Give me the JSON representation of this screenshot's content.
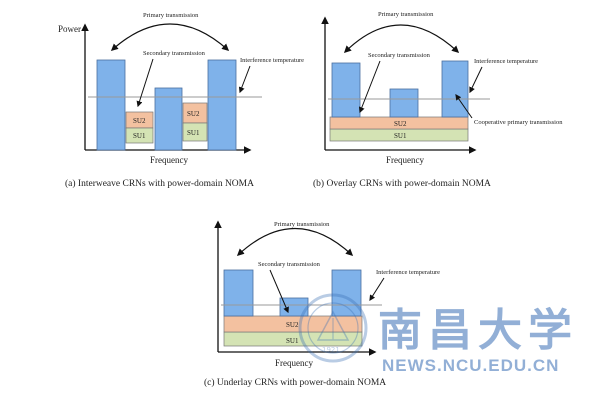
{
  "panel_a": {
    "power_label": "Power",
    "primary_label": "Primary transmission",
    "secondary_label": "Secondary transmission",
    "interference_label": "Interference temperature",
    "su_left_top": "SU2",
    "su_left_bottom": "SU1",
    "su_right_top": "SU2",
    "su_right_bottom": "SU1",
    "frequency_label": "Frequency",
    "caption": "(a) Interweave CRNs with power-domain NOMA"
  },
  "panel_b": {
    "primary_label": "Primary transmission",
    "secondary_label": "Secondary transmission",
    "interference_label": "Interference temperature",
    "su_top": "SU2",
    "su_bottom": "SU1",
    "cooperative_label": "Cooperative primary transmission",
    "frequency_label": "Frequency",
    "caption": "(b) Overlay CRNs with power-domain NOMA"
  },
  "panel_c": {
    "primary_label": "Primary transmission",
    "secondary_label": "Secondary transmission",
    "interference_label": "Interference temperature",
    "su_top": "SU2",
    "su_bottom": "SU1",
    "frequency_label": "Frequency",
    "caption": "(c) Underlay CRNs with power-domain NOMA"
  },
  "watermark": {
    "cn": "南昌大学",
    "en": "NEWS.NCU.EDU.CN",
    "seal_year": "1921"
  },
  "colors": {
    "primary_bar": "#7fb2ea",
    "secondary_bar": "#8fbce8",
    "su2_band": "#f3c1a0",
    "su1_band": "#d4e3b4",
    "threshold": "#9a9a9a",
    "watermark": "#3a6fb5"
  }
}
